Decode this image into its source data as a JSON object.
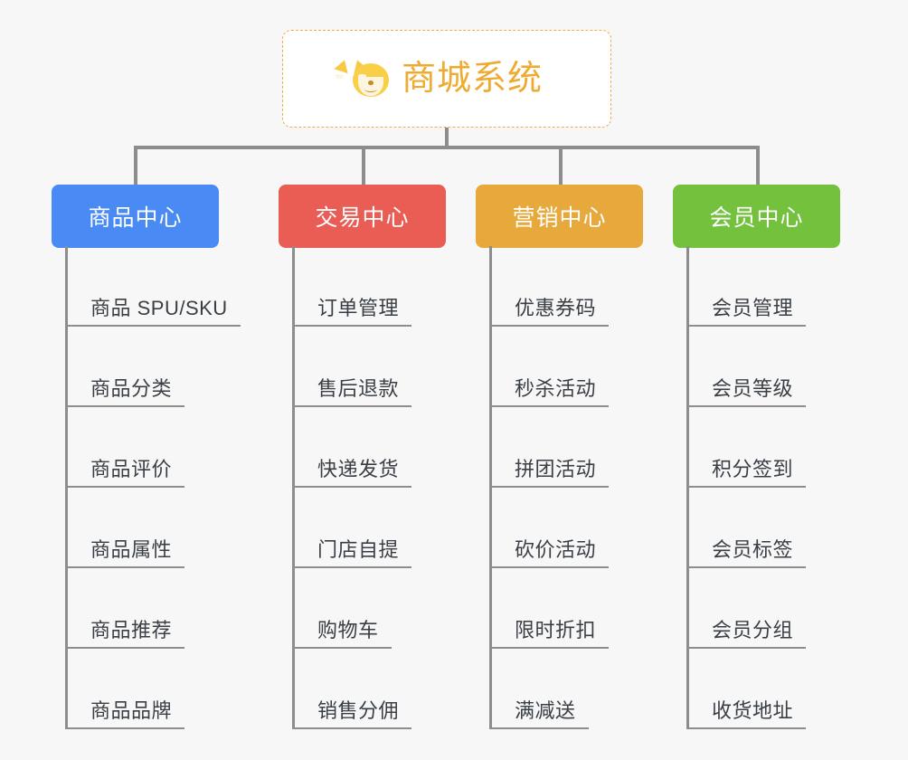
{
  "canvas": {
    "background": "#f7f7f7",
    "line_color": "#8d8d8d"
  },
  "root": {
    "title": "商城系统",
    "icon": "shiba-dog-face-icon",
    "title_color": "#efab31",
    "border_color": "#efab4a",
    "background": "#ffffff"
  },
  "branches": [
    {
      "label": "商品中心",
      "color": "#4a8af4",
      "items": [
        "商品 SPU/SKU",
        "商品分类",
        "商品评价",
        "商品属性",
        "商品推荐",
        "商品品牌"
      ]
    },
    {
      "label": "交易中心",
      "color": "#e95d55",
      "items": [
        "订单管理",
        "售后退款",
        "快递发货",
        "门店自提",
        "购物车",
        "销售分佣"
      ]
    },
    {
      "label": "营销中心",
      "color": "#e8a93c",
      "items": [
        "优惠券码",
        "秒杀活动",
        "拼团活动",
        "砍价活动",
        "限时折扣",
        "满减送"
      ]
    },
    {
      "label": "会员中心",
      "color": "#73c13d",
      "items": [
        "会员管理",
        "会员等级",
        "积分签到",
        "会员标签",
        "会员分组",
        "收货地址"
      ]
    }
  ]
}
